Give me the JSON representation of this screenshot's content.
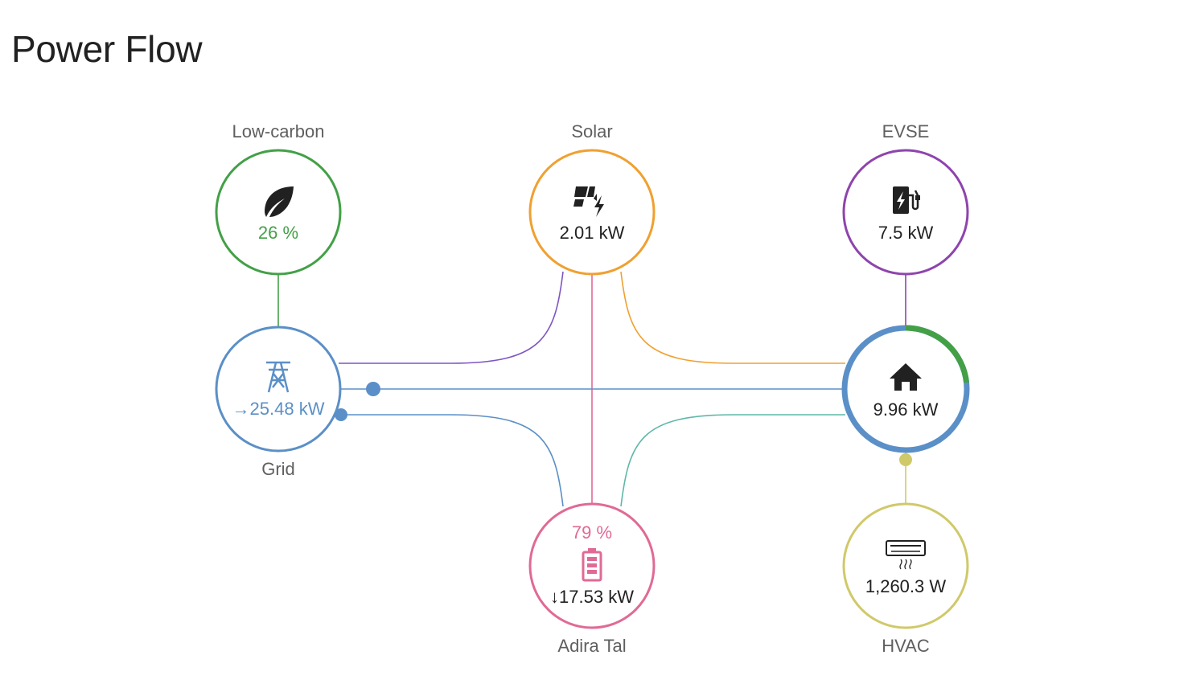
{
  "title": "Power Flow",
  "colors": {
    "low_carbon": "#43a047",
    "solar": "#f0a030",
    "evse": "#8e44ad",
    "grid": "#5b8fc7",
    "home": "#5b8fc7",
    "battery": "#e06a95",
    "hvac": "#d0c96a",
    "solar_to_home": "#f0a030",
    "grid_to_battery": "#5b8fc7",
    "battery_to_home": "#5fb8a8",
    "solar_to_battery": "#e06a95",
    "solar_to_grid": "#7d56c2"
  },
  "nodes": {
    "low_carbon": {
      "label": "Low-carbon",
      "value": "26 %",
      "icon": "leaf-icon"
    },
    "solar": {
      "label": "Solar",
      "value": "2.01 kW",
      "icon": "solar-power-icon"
    },
    "evse": {
      "label": "EVSE",
      "value": "7.5 kW",
      "icon": "ev-charger-icon"
    },
    "grid": {
      "label": "Grid",
      "value": "→25.48 kW",
      "icon": "transmission-tower-icon"
    },
    "home": {
      "value": "9.96 kW",
      "icon": "home-icon"
    },
    "battery": {
      "label": "Adira Tal",
      "state_of_charge": "79 %",
      "value": "↓17.53 kW",
      "icon": "battery-icon"
    },
    "hvac": {
      "label": "HVAC",
      "value": "1,260.3 W",
      "icon": "air-conditioner-icon"
    }
  }
}
